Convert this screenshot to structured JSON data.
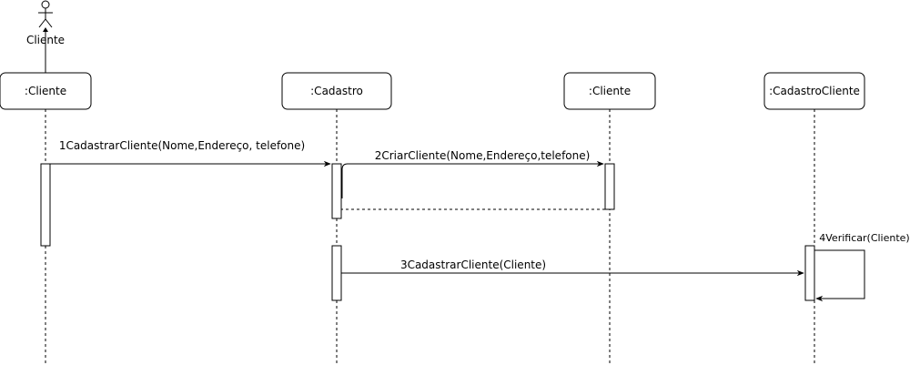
{
  "actor": {
    "label": "Cliente"
  },
  "lifelines": [
    {
      "id": "cliente-actor",
      "label": ":Cliente"
    },
    {
      "id": "cadastro",
      "label": ":Cadastro"
    },
    {
      "id": "cliente-object",
      "label": ":Cliente"
    },
    {
      "id": "cadastro-cliente",
      "label": ":CadastroCliente"
    }
  ],
  "messages": [
    {
      "id": "m1",
      "label": "1CadastrarCliente(Nome,Endereço, telefone)"
    },
    {
      "id": "m2",
      "label": "2CriarCliente(Nome,Endereço,telefone)"
    },
    {
      "id": "m3",
      "label": "3CadastrarCliente(Cliente)"
    },
    {
      "id": "m4",
      "label": "4Verificar(Cliente)"
    }
  ]
}
